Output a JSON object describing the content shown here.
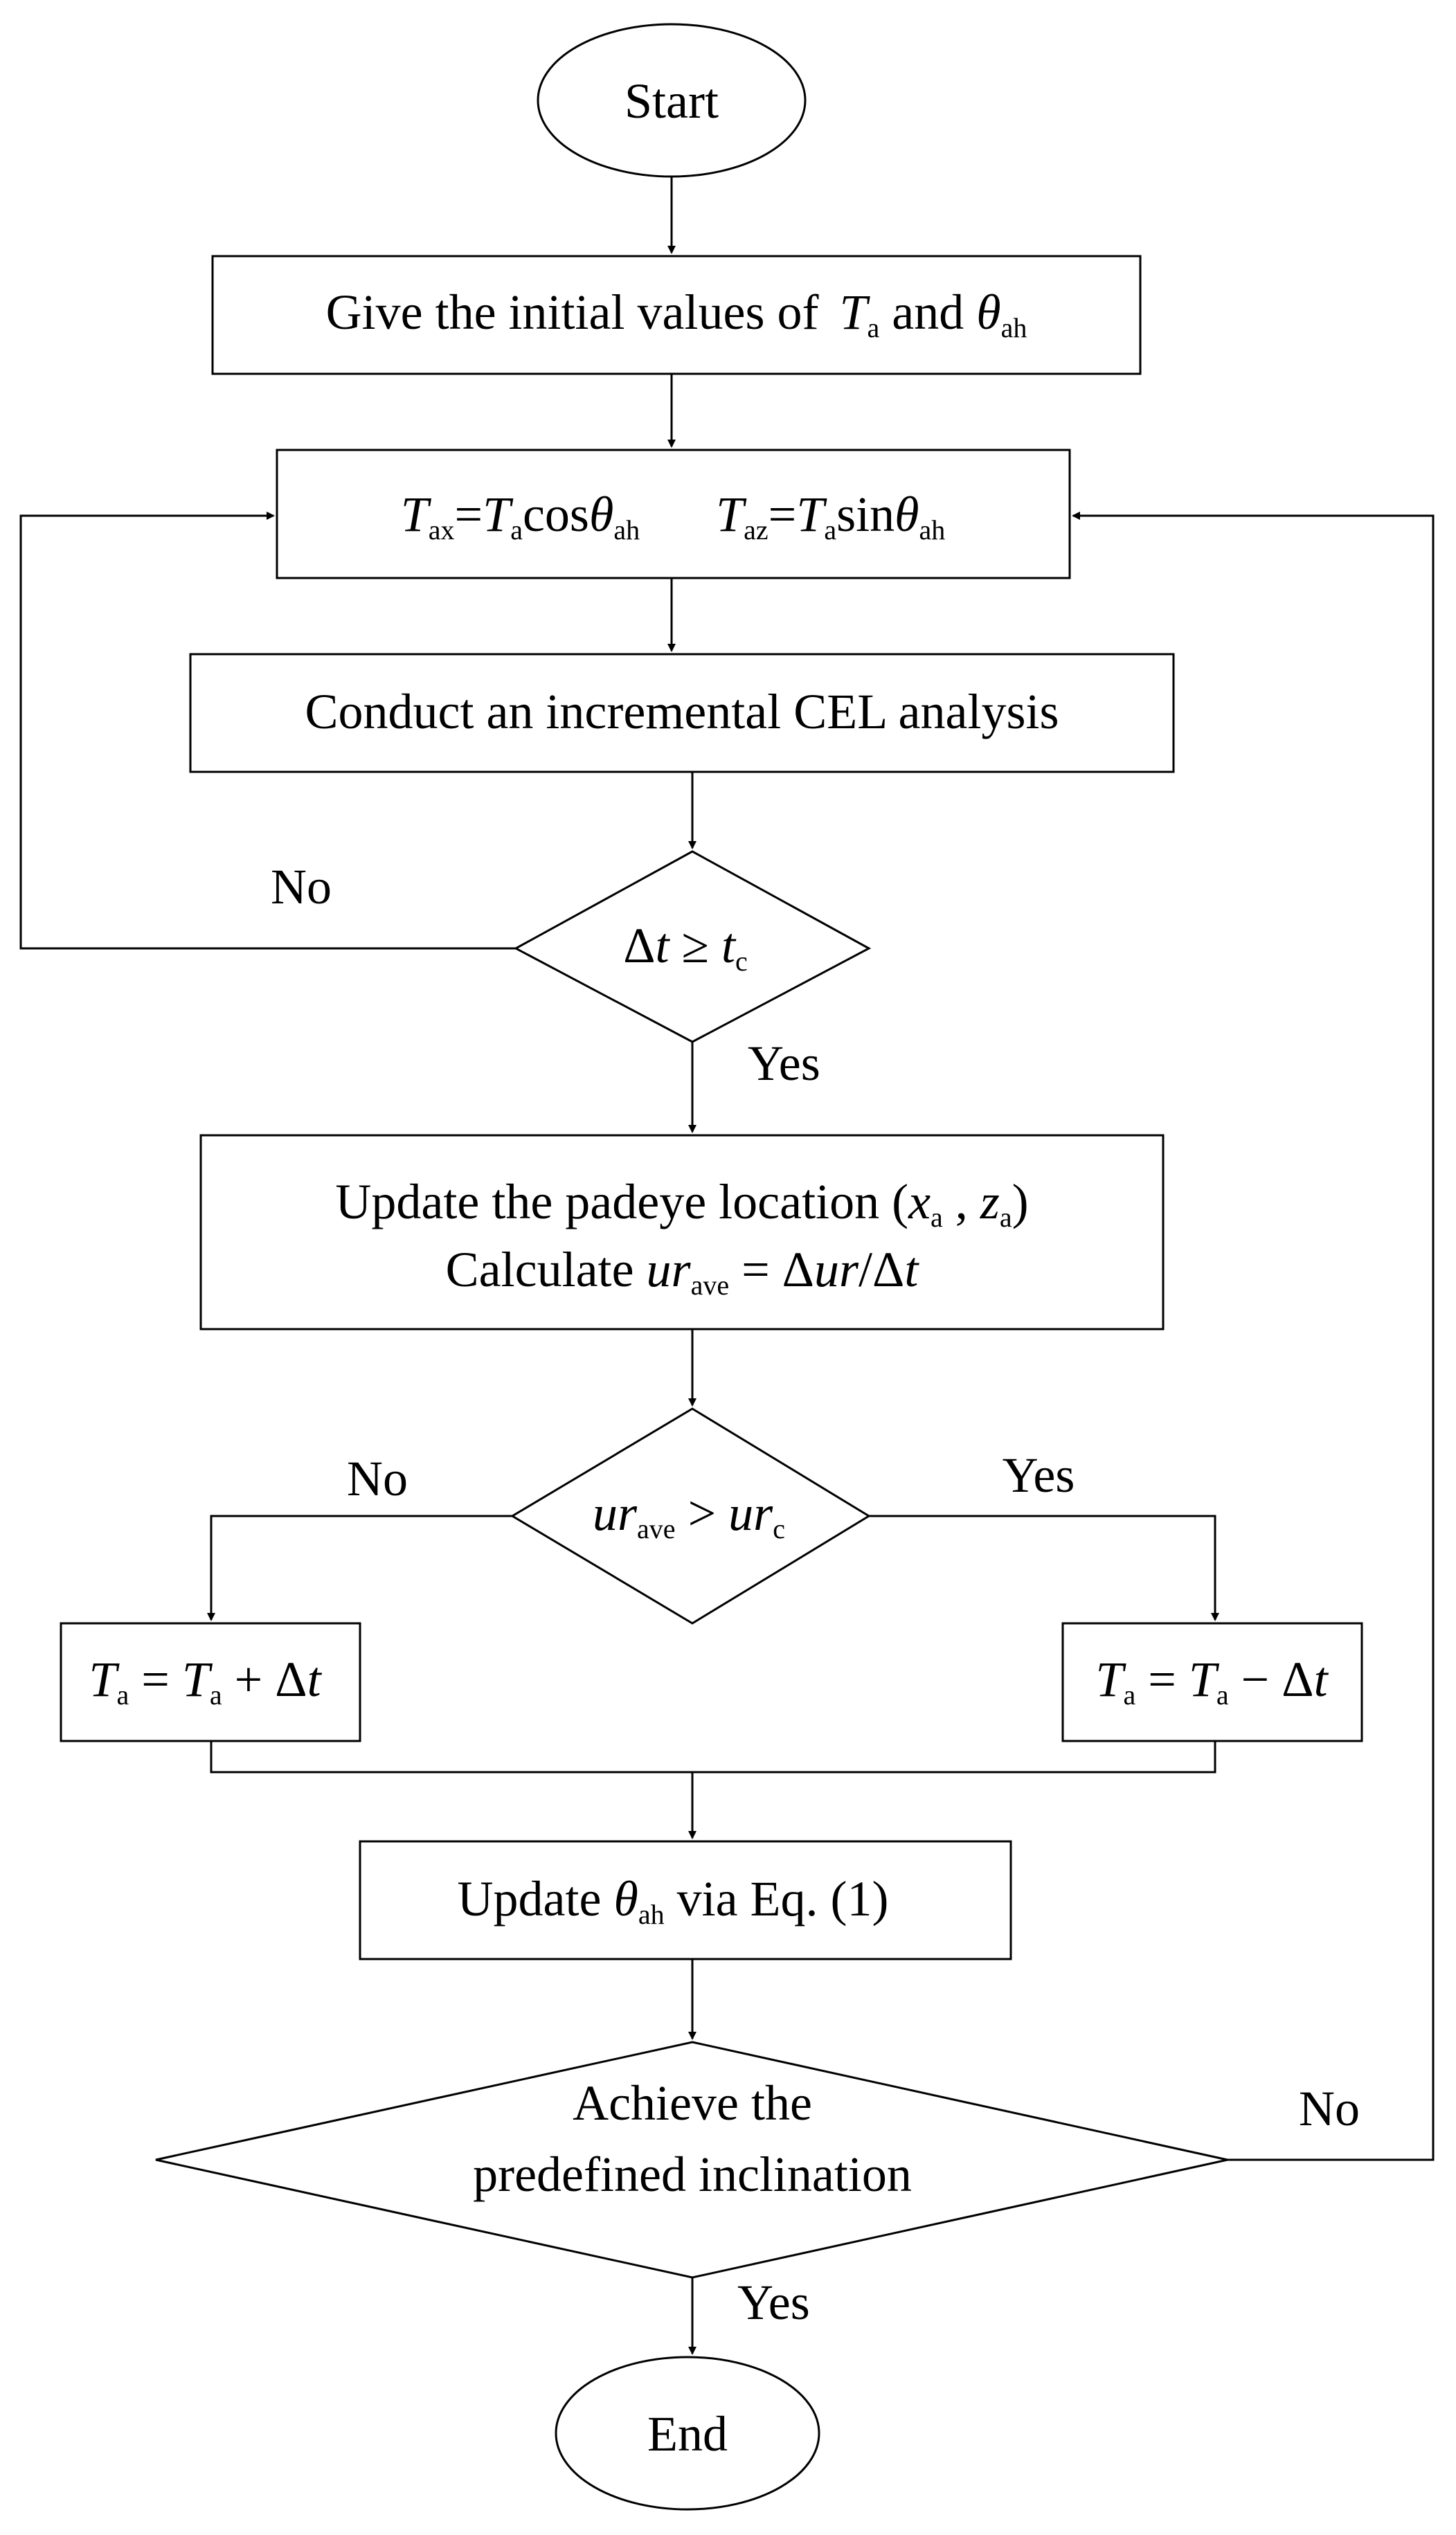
{
  "nodes": {
    "start": {
      "text": "Start"
    },
    "init": {
      "text": "Give the  initial values of",
      "var_T": "T",
      "sub_a": "a",
      "and": "and",
      "var_theta": "θ",
      "sub_ah": "ah"
    },
    "force": {
      "lhs1": "T",
      "lhs1_sub": "ax",
      "eq1": "=",
      "rhs1_T": "T",
      "rhs1_sub": "a",
      "cos": "cos",
      "rhs1_theta": "θ",
      "rhs1_theta_sub": "ah",
      "lhs2": "T",
      "lhs2_sub": "az",
      "eq2": "=",
      "rhs2_T": "T",
      "rhs2_sub": "a",
      "sin": "sin",
      "rhs2_theta": "θ",
      "rhs2_theta_sub": "ah"
    },
    "cel": {
      "text": "Conduct an incremental CEL analysis"
    },
    "dt_check": {
      "delta": "Δ",
      "t": "t",
      "geq": " ≥ ",
      "tc": "t",
      "tc_sub": "c"
    },
    "update": {
      "line1_text": "Update the padeye location (",
      "x": "x",
      "x_sub": "a",
      "comma": " , ",
      "z": "z",
      "z_sub": "a",
      "close": ")",
      "line2_text": "Calculate ",
      "ur": "ur",
      "ur_sub": "ave",
      "eq": " = Δ",
      "ur2": "ur",
      "slash": "/Δ",
      "t": "t"
    },
    "ur_check": {
      "ur": "ur",
      "ur_sub": "ave",
      "gt": " > ",
      "urc": "ur",
      "urc_sub": "c"
    },
    "ta_plus": {
      "T1": "T",
      "s1": "a",
      "op": " = ",
      "T2": "T",
      "s2": "a",
      "plus": " + Δ",
      "t": "t"
    },
    "ta_minus": {
      "T1": "T",
      "s1": "a",
      "op": " = ",
      "T2": "T",
      "s2": "a",
      "minus": " − Δ",
      "t": "t"
    },
    "theta_update": {
      "pre": "Update ",
      "theta": "θ",
      "sub": "ah",
      "post": " via Eq. (1)"
    },
    "incl_check": {
      "line1": "Achieve the",
      "line2": "predefined inclination"
    },
    "end": {
      "text": "End"
    }
  },
  "edge_labels": {
    "dt_no": "No",
    "dt_yes": "Yes",
    "ur_no": "No",
    "ur_yes": "Yes",
    "incl_no": "No",
    "incl_yes": "Yes"
  }
}
